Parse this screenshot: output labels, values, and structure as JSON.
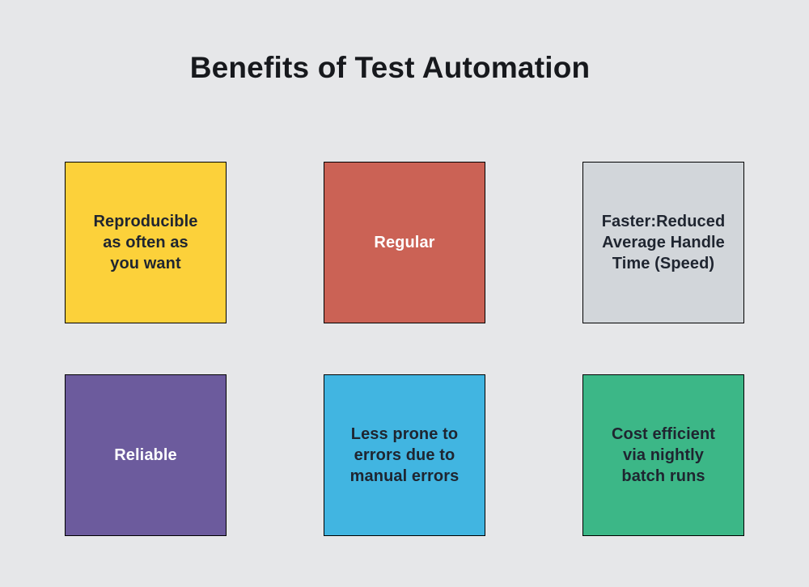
{
  "page": {
    "background": "#e6e7e9",
    "title": "Benefits of Test Automation",
    "title_color": "#17191d",
    "box_border_color": "#000000"
  },
  "cards": [
    {
      "id": "reproducible",
      "label": "Reproducible\nas often as\nyou want",
      "bg": "#fcd13a",
      "text_color": "#1f2530"
    },
    {
      "id": "regular",
      "label": "Regular",
      "bg": "#cb6255",
      "text_color": "#ffffff"
    },
    {
      "id": "faster",
      "label": "Faster:Reduced\nAverage Handle\nTime (Speed)",
      "bg": "#d2d6da",
      "text_color": "#1f2530"
    },
    {
      "id": "reliable",
      "label": "Reliable",
      "bg": "#6c5b9d",
      "text_color": "#ffffff"
    },
    {
      "id": "less-errors",
      "label": "Less prone to\nerrors due to\nmanual errors",
      "bg": "#41b5e1",
      "text_color": "#1f2530"
    },
    {
      "id": "cost-efficient",
      "label": "Cost efficient\nvia nightly\nbatch runs",
      "bg": "#3cb787",
      "text_color": "#1f2530"
    }
  ]
}
